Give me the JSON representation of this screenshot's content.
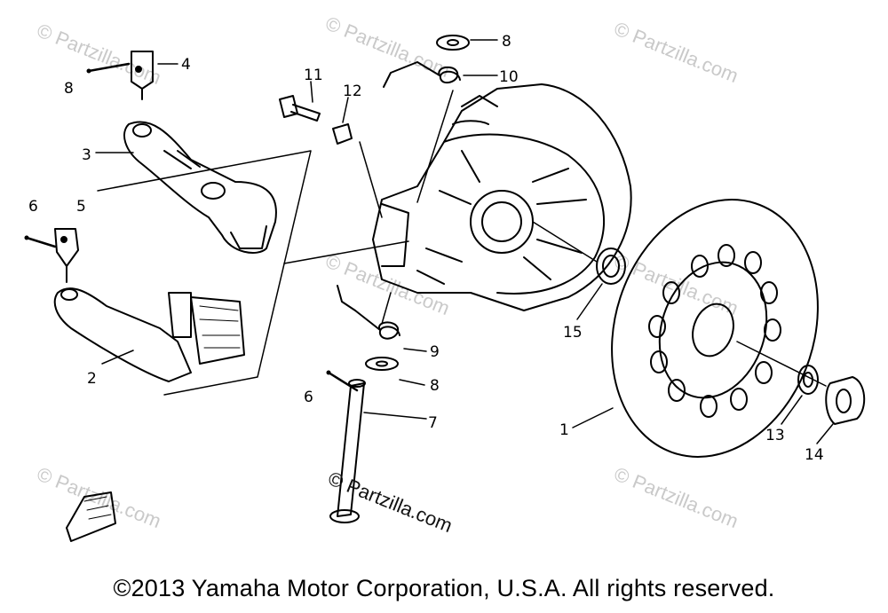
{
  "callouts": {
    "c1": "1",
    "c2": "2",
    "c3": "3",
    "c4": "4",
    "c5": "5",
    "c6a": "6",
    "c6b": "6",
    "c7": "7",
    "c8a": "8",
    "c8b": "8",
    "c8c": "8",
    "c9": "9",
    "c10": "10",
    "c11": "11",
    "c12": "12",
    "c13": "13",
    "c14": "14",
    "c15": "15"
  },
  "watermarks": {
    "w1": "© Partzilla.com",
    "w2": "© Partzilla.com",
    "w3": "© Partzilla.com",
    "w4": "© Partzilla.com",
    "w5": "© Partzilla.com",
    "w6": "© Partzilla.com",
    "w7": "© Partzilla.com",
    "center": "© Partzilla.com"
  },
  "copyright": "©2013 Yamaha Motor Corporation, U.S.A. All rights reserved."
}
